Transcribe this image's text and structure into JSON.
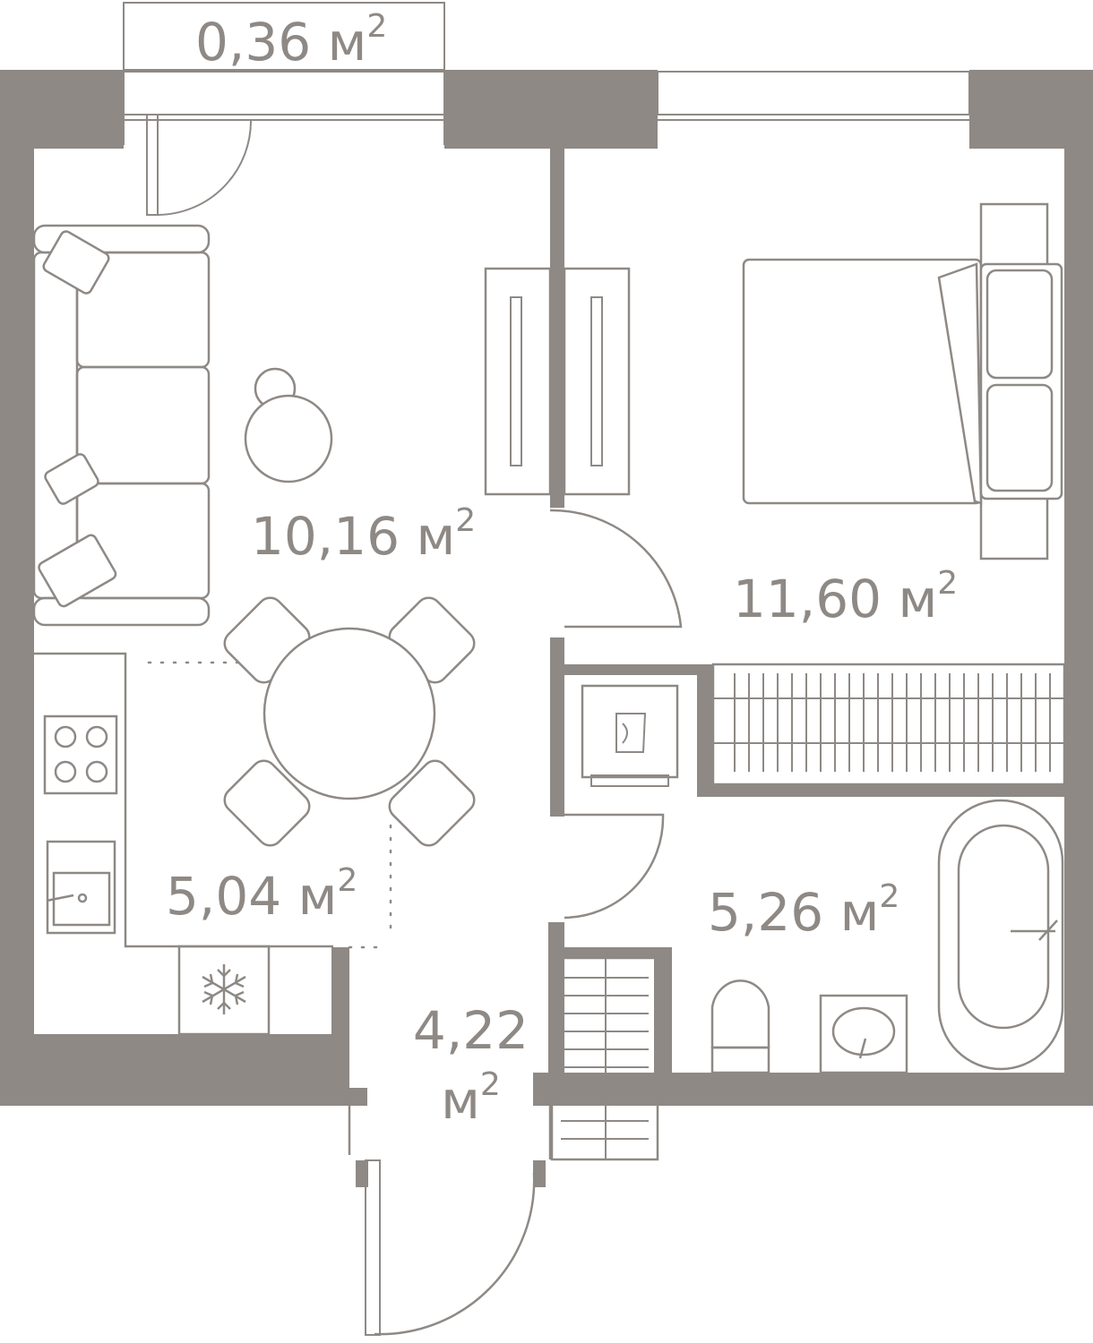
{
  "unit": "м",
  "unit_exponent": "2",
  "rooms": {
    "balcony": {
      "area": "0,36"
    },
    "living": {
      "area": "10,16"
    },
    "bedroom": {
      "area": "11,60"
    },
    "kitchen": {
      "area": "5,04"
    },
    "hall": {
      "area": "4,22"
    },
    "bathroom": {
      "area": "5,26"
    }
  },
  "colors": {
    "wall": "#8e8985",
    "background": "#ffffff"
  },
  "icons": [
    "sofa-icon",
    "armchair-icon",
    "dining-table-icon",
    "chair-icon",
    "wardrobe-icon",
    "bed-icon",
    "pillow-icon",
    "stove-icon",
    "sink-icon",
    "fridge-icon",
    "snowflake-icon",
    "toilet-icon",
    "washbasin-icon",
    "bathtub-icon",
    "washing-machine-icon",
    "radiator-icon",
    "door-icon",
    "window-icon"
  ]
}
